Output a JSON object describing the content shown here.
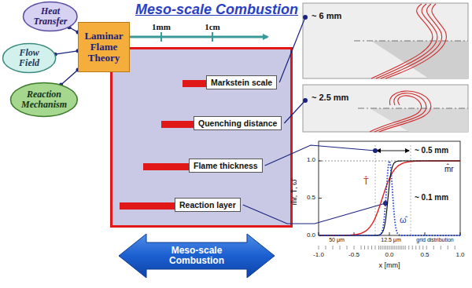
{
  "diagram": {
    "title": "Meso-scale Combustion",
    "nodes": [
      {
        "text": [
          "Heat Transfer"
        ]
      },
      {
        "text": [
          "Flow Field"
        ]
      },
      {
        "text": [
          "Reaction Mechanism"
        ]
      },
      {
        "text": [
          "Laminar Flame Theory"
        ]
      },
      {
        "text": [
          "Markstein scale"
        ]
      },
      {
        "text": [
          "Quenching distance"
        ]
      },
      {
        "text": [
          "Flame thickness"
        ]
      },
      {
        "text": [
          "Reaction layer"
        ]
      },
      {
        "text": [
          "Meso-scale Combustion"
        ]
      }
    ],
    "edges": [
      {
        "from": 0,
        "to": 3,
        "arrow": "none"
      },
      {
        "from": 1,
        "to": 3,
        "arrow": "none"
      },
      {
        "from": 2,
        "to": 3,
        "arrow": "none"
      }
    ],
    "labels": [
      "1mm",
      "1cm",
      "~ 6 mm",
      "~ 2.5 mm",
      "~ 0.5 mm",
      "~ 0.1 mm",
      "m̂r, T̂, ω̂",
      "T̂",
      "ω̂",
      "m̂r",
      "50 μm",
      "12.5 μm",
      "grid distribution",
      "x [mm]",
      "-1.0",
      "-0.5",
      "0.0",
      "0.5",
      "1.0",
      "0.0",
      "0.5",
      "1.0"
    ]
  }
}
